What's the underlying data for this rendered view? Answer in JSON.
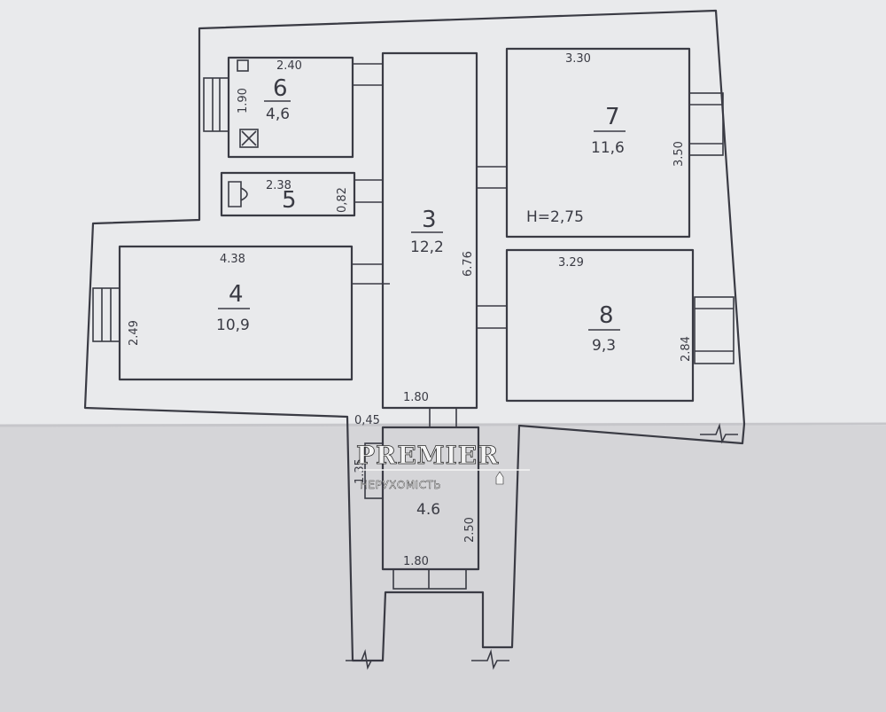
{
  "rooms": [
    {
      "id": "room-3",
      "number": "3",
      "area": "12,2"
    },
    {
      "id": "room-4",
      "number": "4",
      "area": "10,9"
    },
    {
      "id": "room-5",
      "number": "5",
      "area": ""
    },
    {
      "id": "room-6",
      "number": "6",
      "area": "4,6"
    },
    {
      "id": "room-7",
      "number": "7",
      "area": "11,6"
    },
    {
      "id": "room-8",
      "number": "8",
      "area": "9,3"
    },
    {
      "id": "room-9",
      "number": "",
      "area": "4.6"
    }
  ],
  "dimensions": {
    "r6_w": "2.40",
    "r6_h": "1.90",
    "r5_w": "2.38",
    "r5_h": "0,82",
    "r4_w": "4.38",
    "r4_h": "2.49",
    "r3_h": "6.76",
    "r7_w": "3.30",
    "r7_h": "3.50",
    "ceiling_height": "H=2,75",
    "r8_w": "3.29",
    "r8_h": "2.84",
    "corridor_w": "1.80",
    "small_w": "0,45",
    "small_h": "1.35",
    "r9_h": "2.50",
    "r9_w": "1.80"
  },
  "watermark": {
    "brand": "PREMIER",
    "subtitle": "НЕРУХОМІСТЬ"
  },
  "colors": {
    "ink": "#3a3b44",
    "paper_top": "#e9eaec",
    "paper_bottom": "#d5d5d8"
  }
}
